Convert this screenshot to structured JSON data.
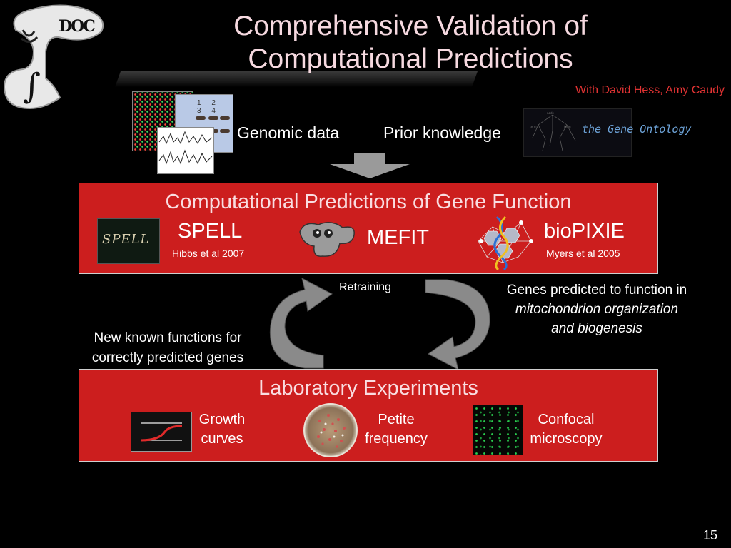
{
  "slide": {
    "title_line1": "Comprehensive Validation of",
    "title_line2": "Computational Predictions",
    "credit": "With David Hess, Amy Caudy",
    "slide_number": "15"
  },
  "logo": {
    "text": "DOC",
    "icon": "integral-bell-logo"
  },
  "inputs": {
    "genomic_label": "Genomic data",
    "prior_label": "Prior knowledge",
    "gene_ontology_text": "the Gene Ontology",
    "western_lanes": "1 2 3 4"
  },
  "predictions_box": {
    "title": "Computational Predictions of Gene Function",
    "spell": {
      "name": "SPELL",
      "citation": "Hibbs et al 2007",
      "image_text": "SPELL"
    },
    "mefit": {
      "name": "MEFIT"
    },
    "biopixie": {
      "name": "bioPIXIE",
      "citation": "Myers et al 2005"
    }
  },
  "cycle": {
    "retraining": "Retraining",
    "left_note_line1": "New known functions for",
    "left_note_line2": "correctly predicted genes",
    "right_note_line1": "Genes predicted to function in",
    "right_note_line2": "mitochondrion organization",
    "right_note_line3": "and biogenesis"
  },
  "lab_box": {
    "title": "Laboratory Experiments",
    "growth_line1": "Growth",
    "growth_line2": "curves",
    "petite_line1": "Petite",
    "petite_line2": "frequency",
    "confocal_line1": "Confocal",
    "confocal_line2": "microscopy"
  },
  "colors": {
    "background": "#000000",
    "box_red": "#cc1e1e",
    "title_pink": "#f6d9e0",
    "credit_red": "#e23333",
    "arrow_gray": "#8a8a8a"
  }
}
